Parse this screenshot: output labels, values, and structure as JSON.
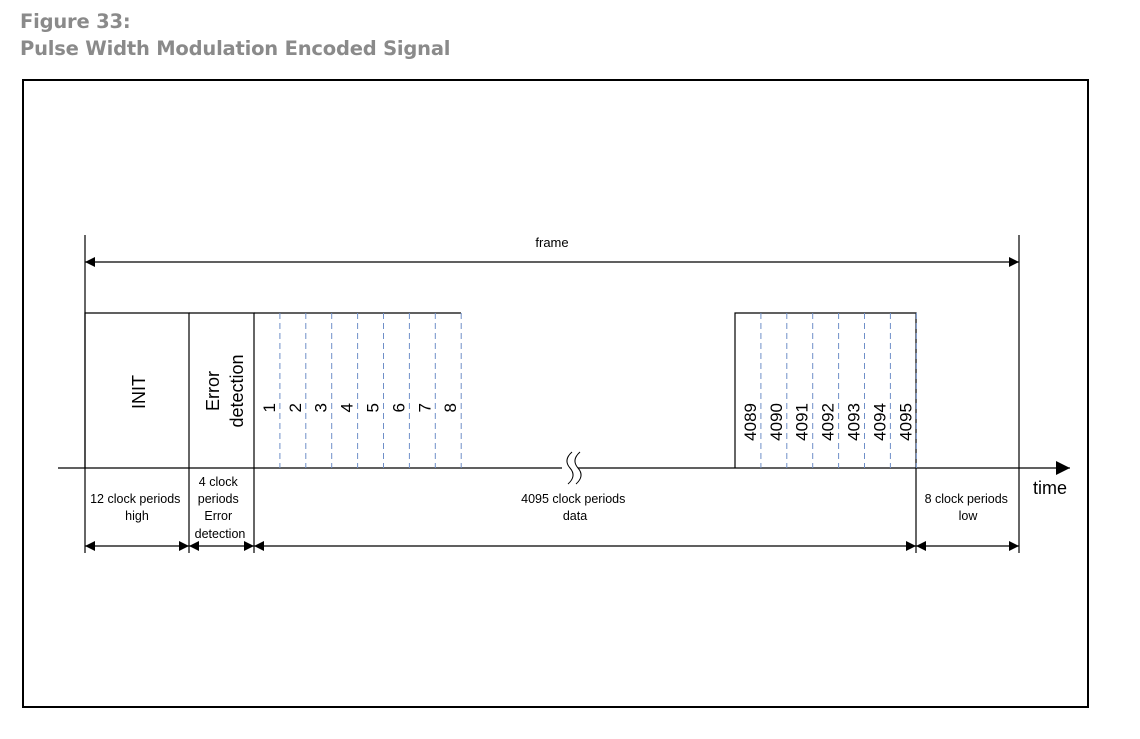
{
  "caption": {
    "number": "Figure 33:",
    "title": "Pulse Width Modulation Encoded Signal"
  },
  "diagram": {
    "frame_label": "frame",
    "time_label": "time",
    "init_label": "INIT",
    "error_label_line1": "Error",
    "error_label_line2": "detection",
    "data_bits_start": [
      "1",
      "2",
      "3",
      "4",
      "5",
      "6",
      "7",
      "8"
    ],
    "data_bits_end": [
      "4089",
      "4090",
      "4091",
      "4092",
      "4093",
      "4094",
      "4095"
    ],
    "segments": {
      "init": [
        "12 clock periods",
        "high"
      ],
      "error": [
        "4 clock",
        "periods",
        "Error",
        "detection"
      ],
      "data": [
        "4095 clock periods",
        "data"
      ],
      "low": [
        "8 clock periods",
        "low"
      ]
    },
    "colors": {
      "line": "#000000",
      "dashed": "#6f8fc8"
    }
  }
}
